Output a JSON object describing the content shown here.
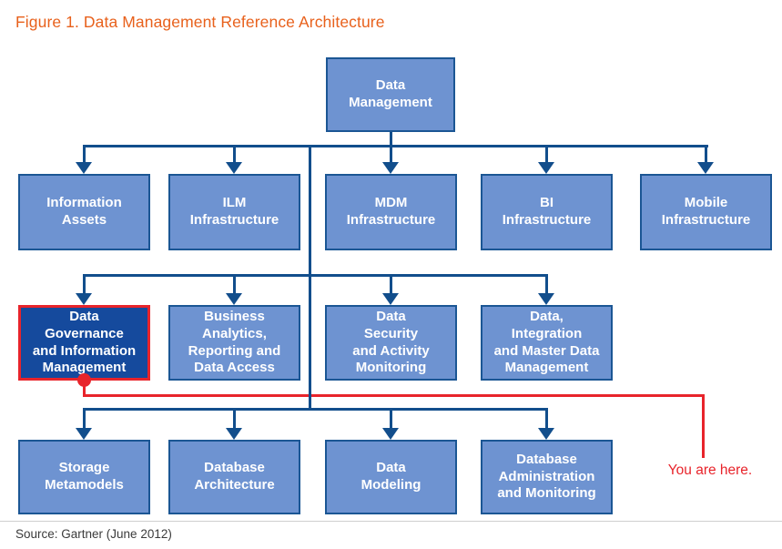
{
  "title": "Figure 1. Data Management Reference Architecture",
  "source": "Source: Gartner (June 2012)",
  "annotation": {
    "you_are_here": "You are here."
  },
  "colors": {
    "title_orange": "#E8611C",
    "box_fill": "#6E93D1",
    "box_border": "#1B5694",
    "box_text": "#FFFFFF",
    "highlight_fill": "#154A9D",
    "highlight_border": "#E8242B",
    "connector_blue": "#124E8C",
    "annotation_red": "#E8242B",
    "source_text": "#3B3B3B"
  },
  "diagram": {
    "root": {
      "label": "Data\nManagement"
    },
    "infrastructure_row": [
      {
        "label": "Information\nAssets"
      },
      {
        "label": "ILM\nInfrastructure"
      },
      {
        "label": "MDM\nInfrastructure"
      },
      {
        "label": "BI\nInfrastructure"
      },
      {
        "label": "Mobile\nInfrastructure"
      }
    ],
    "governance_row": [
      {
        "label": "Data\nGovernance\nand Information\nManagement",
        "highlighted": true
      },
      {
        "label": "Business\nAnalytics,\nReporting and\nData Access",
        "highlighted": false
      },
      {
        "label": "Data\nSecurity\nand Activity\nMonitoring",
        "highlighted": false
      },
      {
        "label": "Data,\nIntegration\nand Master Data\nManagement",
        "highlighted": false
      }
    ],
    "database_row": [
      {
        "label": "Storage\nMetamodels"
      },
      {
        "label": "Database\nArchitecture"
      },
      {
        "label": "Data\nModeling"
      },
      {
        "label": "Database\nAdministration\nand Monitoring"
      }
    ]
  }
}
